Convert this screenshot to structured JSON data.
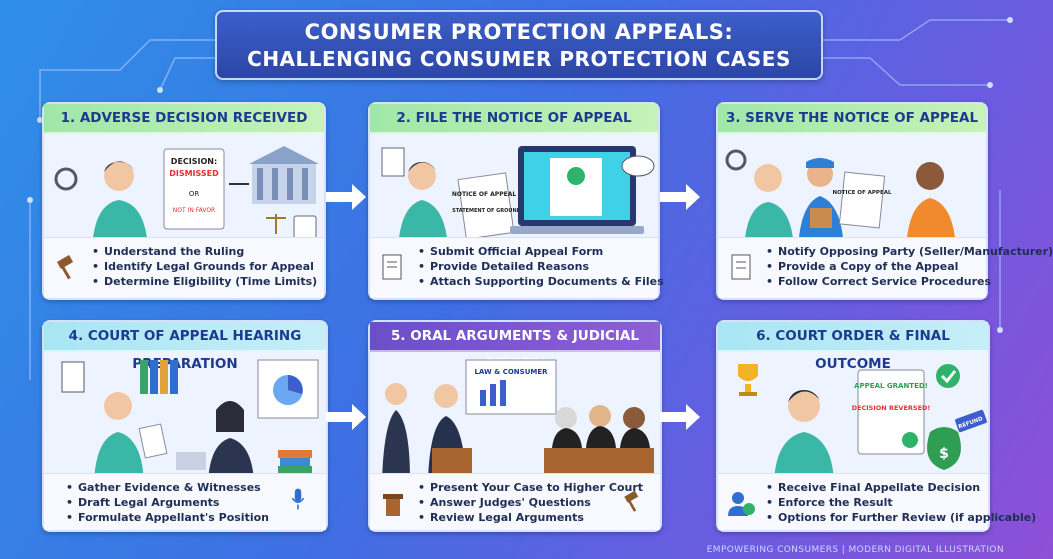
{
  "title": {
    "line1": "CONSUMER PROTECTION APPEALS:",
    "line2": "CHALLENGING CONSUMER PROTECTION CASES"
  },
  "panels": [
    {
      "heading": "1. ADVERSE DECISION RECEIVED",
      "bullets": [
        "Understand the Ruling",
        "Identify Legal Grounds for Appeal",
        "Determine Eligibility (Time Limits)"
      ],
      "scene_text": [
        "DECISION:",
        "DISMISSED",
        "OR",
        "NOT IN FAVOR"
      ]
    },
    {
      "heading": "2. FILE THE NOTICE OF APPEAL",
      "bullets": [
        "Submit Official Appeal Form",
        "Provide Detailed Reasons",
        "Attach Supporting Documents & Files"
      ],
      "scene_text": [
        "NOTICE OF APPEAL",
        "STATEMENT OF GROUNER"
      ]
    },
    {
      "heading": "3. SERVE THE NOTICE OF APPEAL",
      "bullets": [
        "Notify Opposing Party (Seller/Manufacturer)",
        "Provide a Copy of the Appeal",
        "Follow Correct Service Procedures"
      ],
      "scene_text": [
        "NOTICE OF APPEAL"
      ]
    },
    {
      "heading": "4. COURT OF APPEAL HEARING PREPARATION",
      "bullets": [
        "Gather Evidence & Witnesses",
        "Draft Legal Arguments",
        "Formulate Appellant's Position"
      ],
      "scene_text": []
    },
    {
      "heading": "5. ORAL ARGUMENTS & JUDICIAL REVIEW",
      "bullets": [
        "Present Your Case to Higher Court",
        "Answer Judges' Questions",
        "Review Legal Arguments"
      ],
      "scene_text": [
        "LAW & CONSUMER"
      ]
    },
    {
      "heading": "6. COURT ORDER & FINAL OUTCOME",
      "bullets": [
        "Receive Final Appellate Decision",
        "Enforce the Result",
        "Options for Further Review (if applicable)"
      ],
      "scene_text": [
        "APPEAL GRANTED!",
        "DECISION REVERSED!",
        "REFUND"
      ]
    }
  ],
  "footer": "EMPOWERING CONSUMERS | MODERN DIGITAL ILLUSTRATION",
  "colors": {
    "header_green": "#9fe7a8",
    "header_cyan": "#a7e6f3",
    "header_purple": "#6b4fc7",
    "arrow": "#ffffff"
  }
}
